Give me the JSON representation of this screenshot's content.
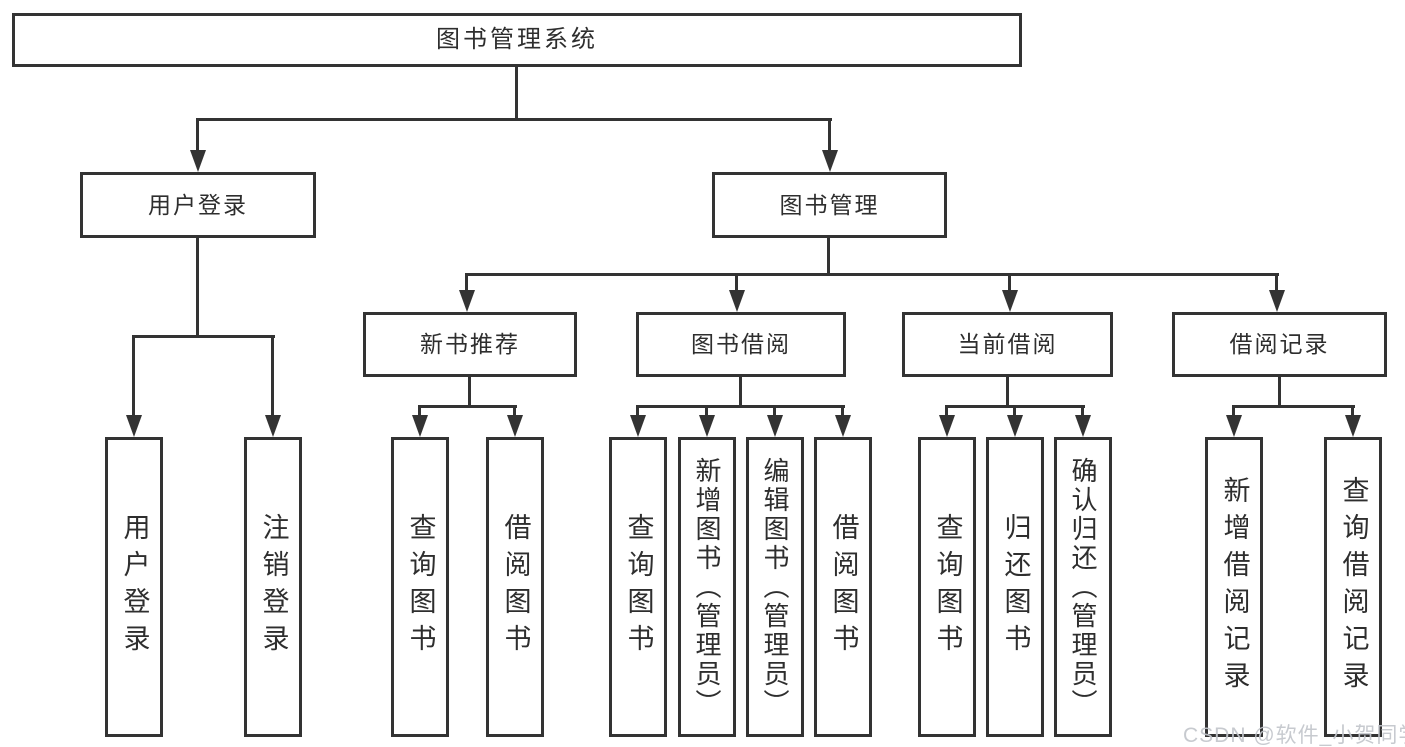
{
  "diagram": {
    "root": "图书管理系统",
    "login_branch": {
      "label": "用户登录",
      "children": [
        "用户登录",
        "注销登录"
      ]
    },
    "manage_branch": {
      "label": "图书管理",
      "groups": [
        {
          "label": "新书推荐",
          "children": [
            "查询图书",
            "借阅图书"
          ]
        },
        {
          "label": "图书借阅",
          "children": [
            "查询图书",
            "新增图书（管理员）",
            "编辑图书（管理员）",
            "借阅图书"
          ]
        },
        {
          "label": "当前借阅",
          "children": [
            "查询图书",
            "归还图书",
            "确认归还（管理员）"
          ]
        },
        {
          "label": "借阅记录",
          "children": [
            "新增借阅记录",
            "查询借阅记录"
          ]
        }
      ]
    }
  },
  "watermark": "CSDN @软件_小贺同学",
  "colors": {
    "line": "#333333",
    "text": "#2e2e2e",
    "watermark": "#c3c6cc",
    "background": "#ffffff"
  }
}
